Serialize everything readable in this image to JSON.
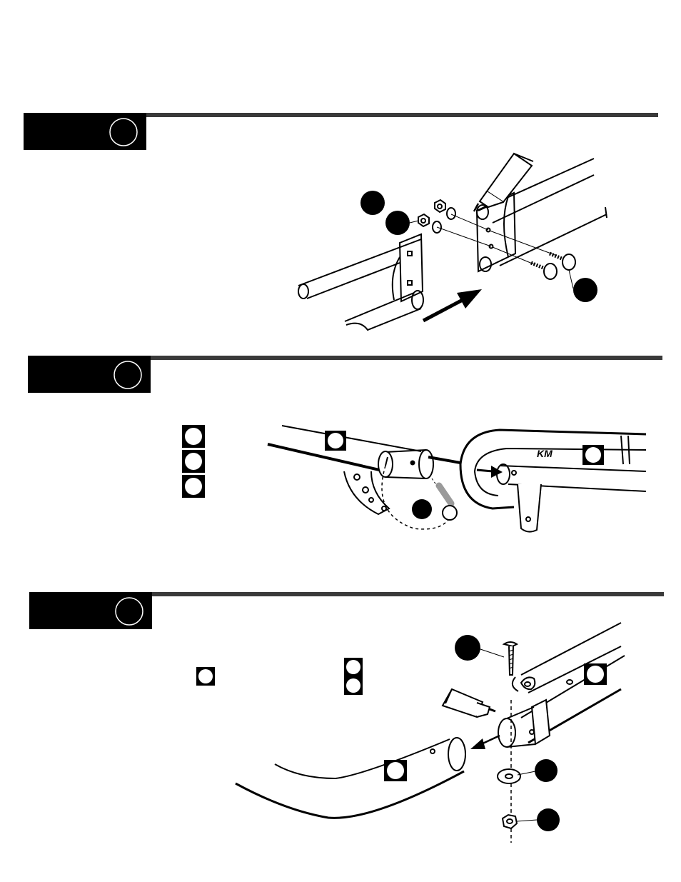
{
  "document": {
    "type": "assembly-instructions",
    "brand_mark": "KM",
    "steps": [
      {
        "step_tag": "",
        "step_number": "",
        "instruction": "",
        "part_labels": []
      },
      {
        "step_tag": "",
        "step_number": "",
        "instruction": "",
        "part_labels": []
      },
      {
        "step_tag": "",
        "step_number": "",
        "instruction": "",
        "part_labels": []
      }
    ]
  },
  "colors": {
    "ink": "#000000",
    "rule": "#3a3a3a",
    "tag_fill": "#000000",
    "paper": "#ffffff",
    "accent_grey": "#9a9a9a"
  },
  "icons": {
    "step_badge": "step-number-circle",
    "part_callout": "part-callout-disc",
    "part_square": "part-square-label",
    "glue_tube": "adhesive-tube-icon",
    "arrow": "direction-arrow"
  }
}
